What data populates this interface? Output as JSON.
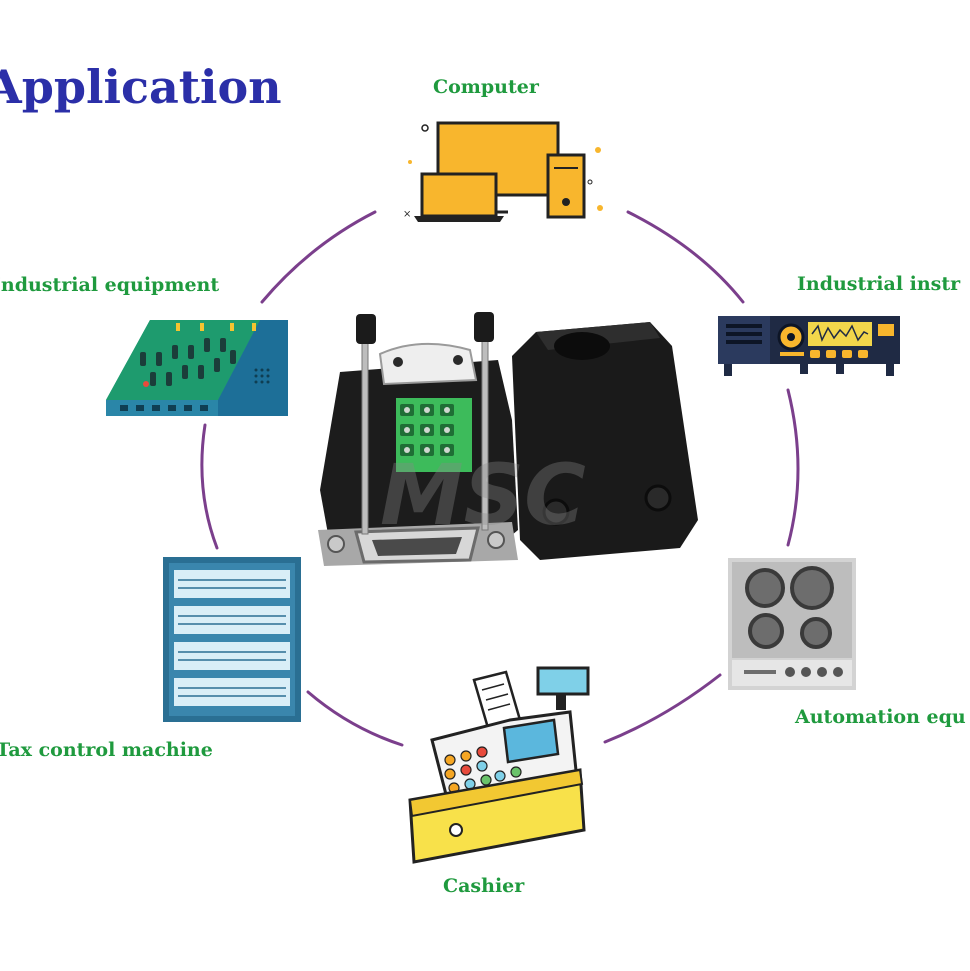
{
  "heading": "Application",
  "center_product": {
    "watermark": "MSC"
  },
  "applications": [
    {
      "label": "Computer",
      "icon": "computer-icon"
    },
    {
      "label": "Industrial equipment",
      "icon": "circuit-board-icon"
    },
    {
      "label": "Industrial instr",
      "icon": "instrument-icon"
    },
    {
      "label": "Tax control machine",
      "icon": "tax-machine-icon"
    },
    {
      "label": "Cashier",
      "icon": "cash-register-icon"
    },
    {
      "label": "Automation equ",
      "icon": "automation-panel-icon"
    }
  ],
  "colors": {
    "heading": "#2b2fa8",
    "labels": "#1f9a3e",
    "ring": "#7b3f8c",
    "accent_yellow": "#f8b62d"
  }
}
